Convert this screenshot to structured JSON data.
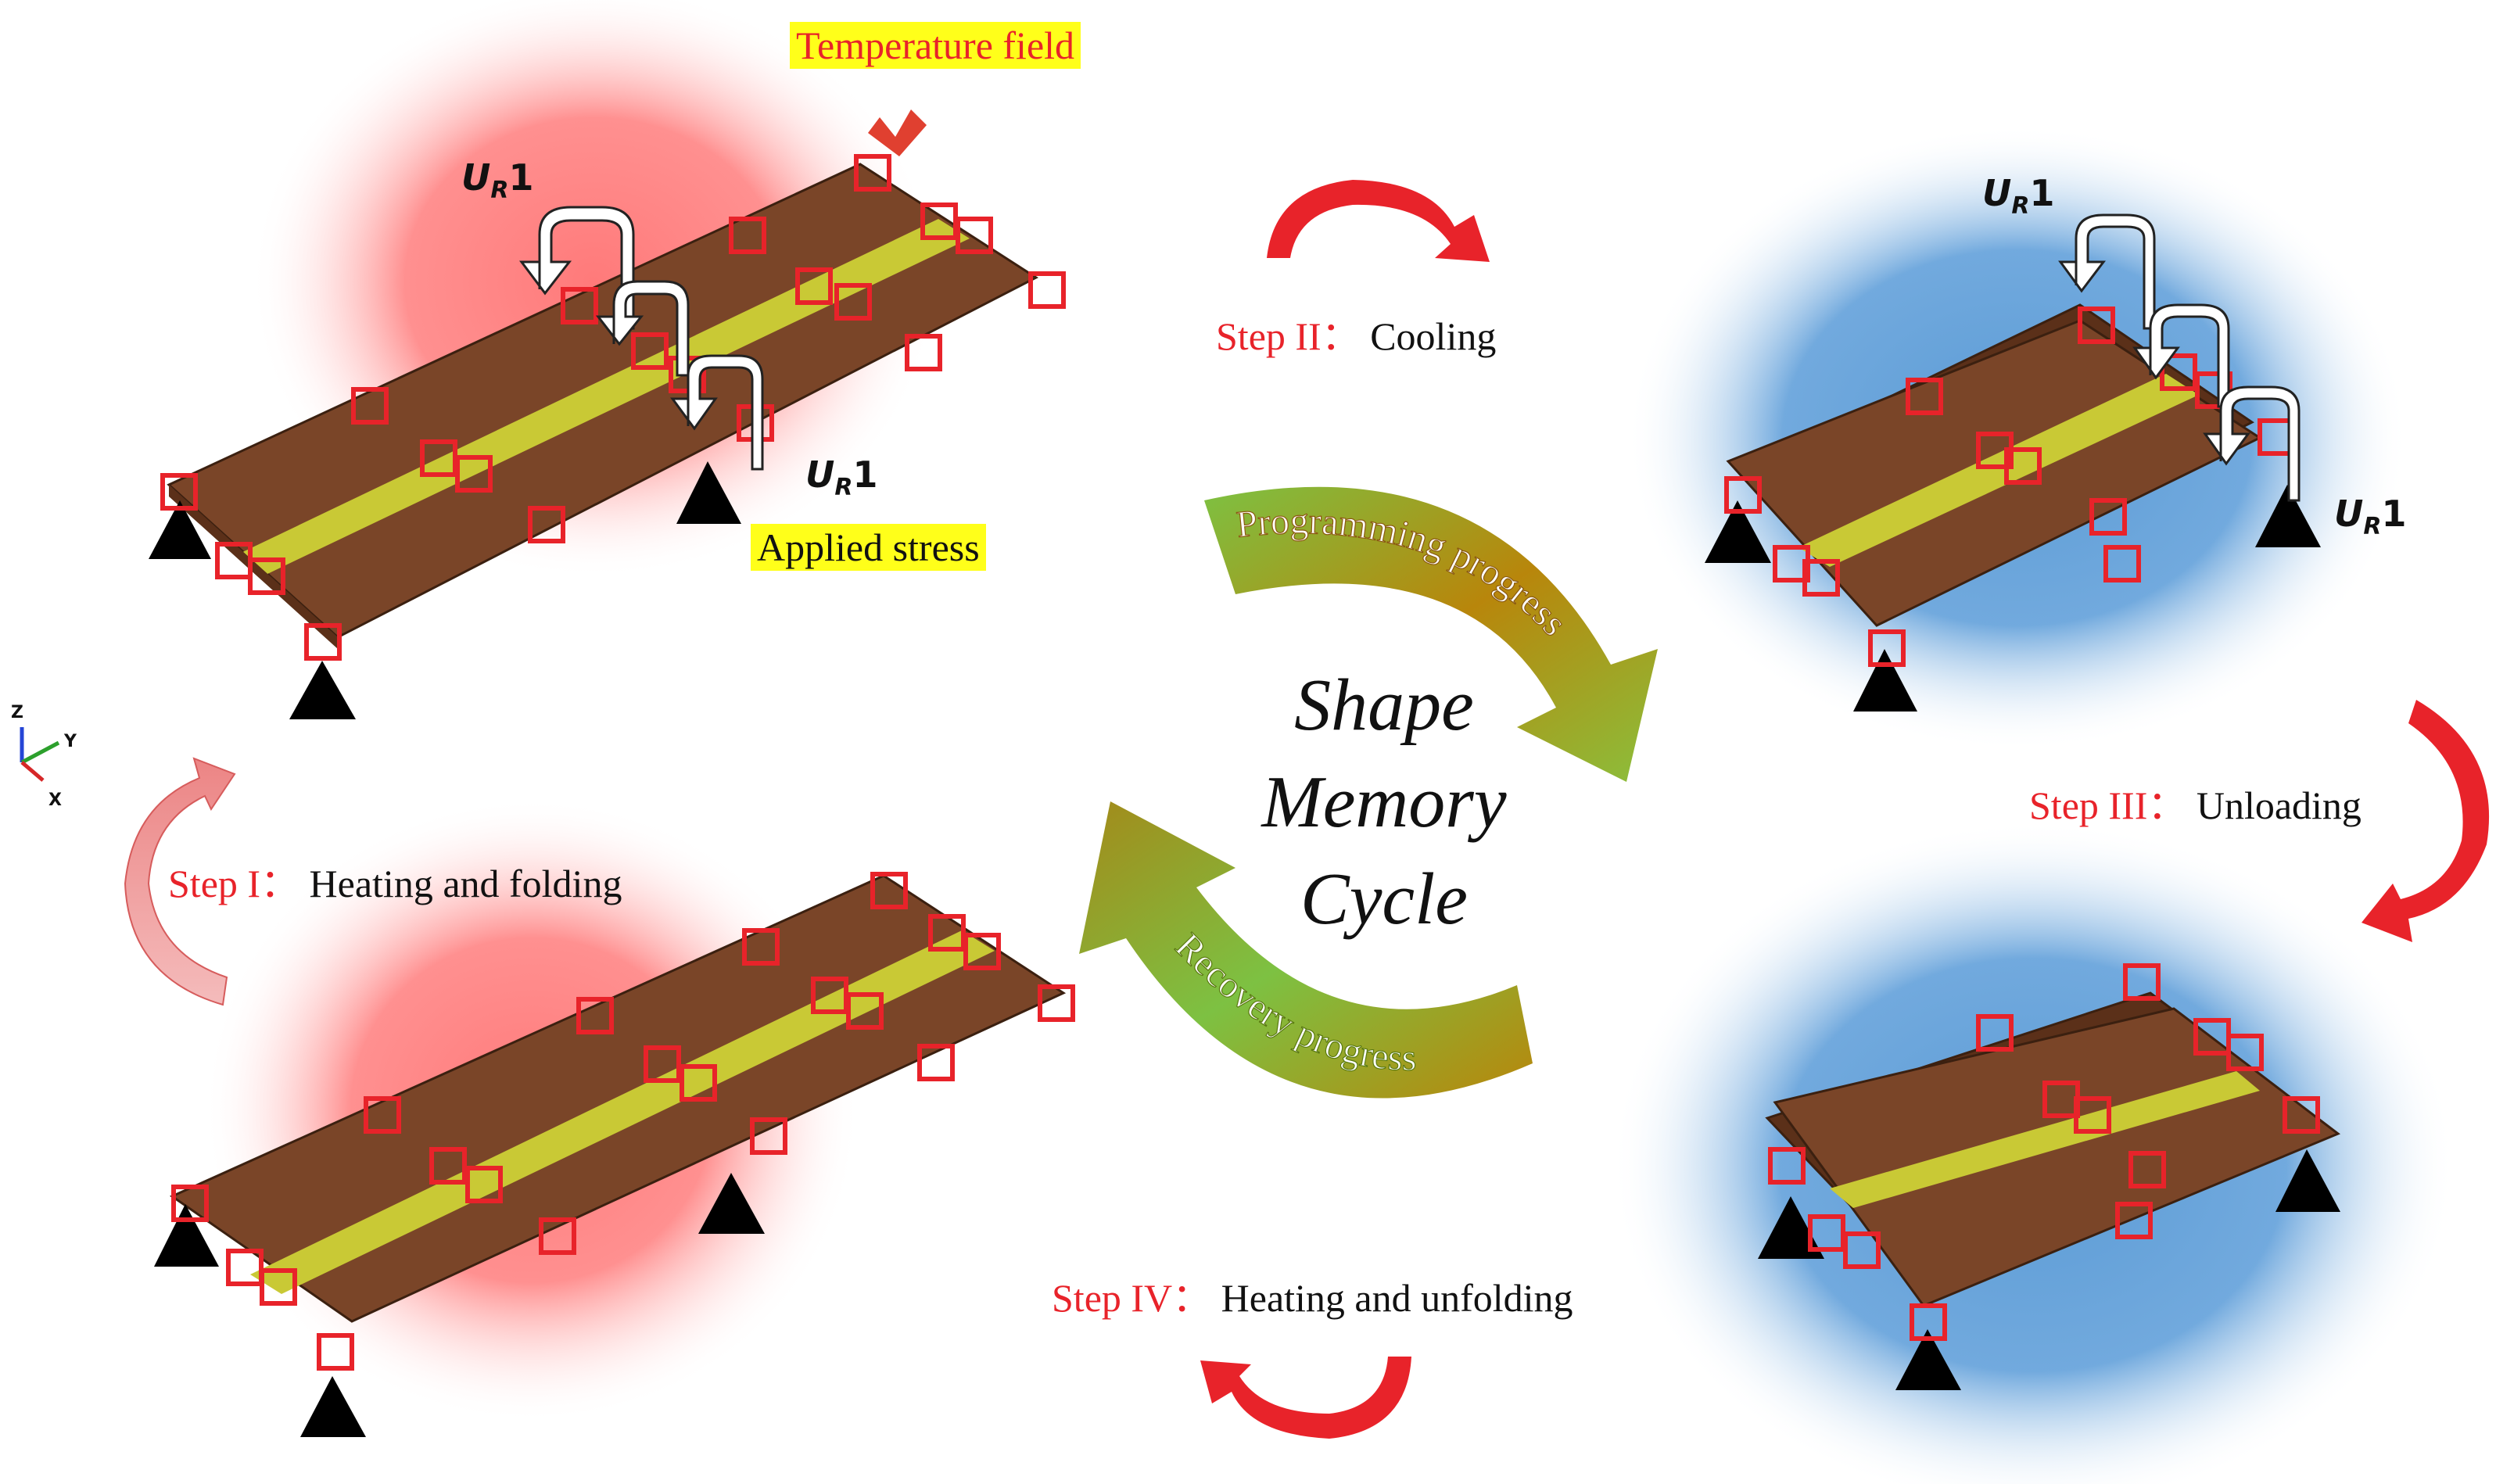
{
  "title_lines": [
    "Shape",
    "Memory",
    "Cycle"
  ],
  "arc_labels": {
    "top": "Programming progress",
    "bottom": "Recovery progress"
  },
  "steps": [
    {
      "num": "Step I：",
      "text": "Heating and folding"
    },
    {
      "num": "Step II：",
      "text": "Cooling"
    },
    {
      "num": "Step III：",
      "text": "Unloading"
    },
    {
      "num": "Step IV：",
      "text": "Heating and unfolding"
    }
  ],
  "annotations": {
    "temperature_field": "Temperature field",
    "applied_stress": "Applied stress"
  },
  "rotation_label": {
    "main": "U",
    "sub": "R",
    "num": "1"
  },
  "axes": {
    "z": "Z",
    "y": "Y",
    "x": "X"
  },
  "colors": {
    "heat_glow": "#ff8080",
    "cool_glow": "#5e9ed9",
    "plate": "#7a4528",
    "stripe": "#c9c935",
    "marker": "#e8232a",
    "step_label": "#e8232a",
    "highlight": "#ffff1a",
    "arc_start": "#7ec23b",
    "arc_end": "#b8860b"
  }
}
